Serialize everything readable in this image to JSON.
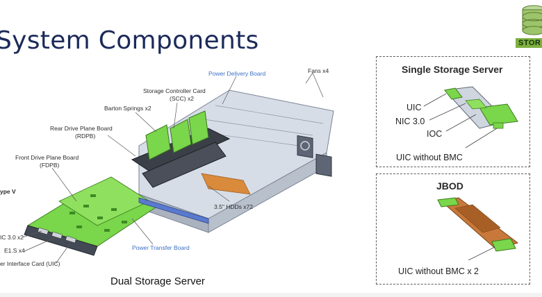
{
  "slide": {
    "title": "System Components",
    "caption": "Dual Storage Server",
    "badge_text": "STOR"
  },
  "main_diagram": {
    "labels": {
      "fans": "Fans x4",
      "power_delivery": "Power Delivery Board",
      "scc_line1": "Storage Controller Card",
      "scc_line2": "(SCC) x2",
      "barton": "Barton Springs x2",
      "rdpb_line1": "Rear Drive Plane Board",
      "rdpb_line2": "(RDPB)",
      "fdpb_line1": "Front Drive Plane Board",
      "fdpb_line2": "(FDPB)",
      "type_v": "ype V",
      "nic": "IC 3.0 x2",
      "e1s": "E1.S x4",
      "uic": "er Interface Card (UIC)",
      "power_transfer": "Power Transfer Board",
      "hdds": "3.5\" HDDs x72"
    }
  },
  "single_storage": {
    "title": "Single Storage Server",
    "callouts": {
      "uic": "UIC",
      "nic": "NIC 3.0",
      "ioc": "IOC",
      "uic_no_bmc": "UIC without BMC"
    }
  },
  "jbod": {
    "title": "JBOD",
    "callouts": {
      "uic_no_bmc_x2": "UIC without BMC x 2"
    }
  },
  "colors": {
    "title": "#1c2a5a",
    "accent_blue": "#3b6fc4",
    "pcb_green": "#7ad64a",
    "badge_green": "#7fb040"
  }
}
